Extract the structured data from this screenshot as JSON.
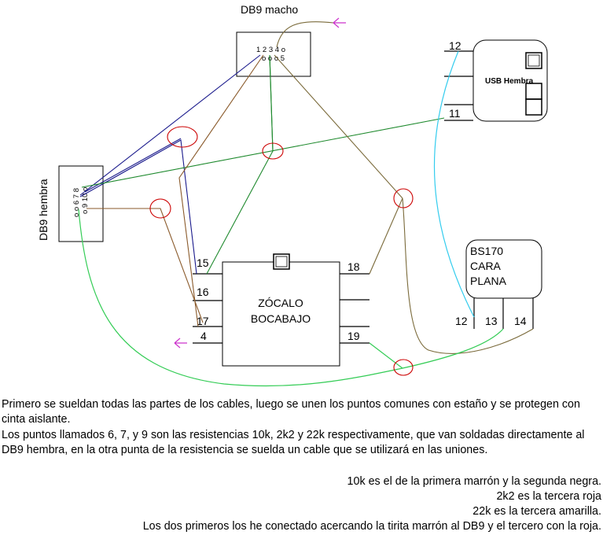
{
  "db9_macho": {
    "title": "DB9 macho",
    "pins_top": "1 2 3 4 o",
    "pins_bottom": "o o o 5"
  },
  "db9_hembra": {
    "title": "DB9 hembra",
    "pins_left": "o o 6 7 8",
    "pins_right": "o 9 10 o"
  },
  "usb": {
    "title": "USB Hembra",
    "pin_top": "12",
    "pin_bottom": "11"
  },
  "bs170": {
    "line1": "BS170",
    "line2": "CARA",
    "line3": "PLANA",
    "pins": [
      "12",
      "13",
      "14"
    ]
  },
  "zocalo": {
    "line1": "ZÓCALO",
    "line2": "BOCABAJO",
    "left_pins": [
      "15",
      "16",
      "17",
      "4"
    ],
    "right_pins": [
      "18",
      "19"
    ]
  },
  "colors": {
    "blue": "#1a1a8c",
    "green": "#1f8a2e",
    "brown": "#8a5a2b",
    "olive": "#7a6a3a",
    "cyan": "#33ccee",
    "red": "#cc0000",
    "magenta": "#cc33cc",
    "bright_green": "#33cc55"
  },
  "text": {
    "paragraph1": "Primero se sueldan todas las partes de los cables, luego se unen los puntos comunes con estaño y se protegen con cinta aislante.",
    "paragraph2": "Los puntos llamados 6, 7, y 9 son las resistencias 10k, 2k2 y 22k respectivamente, que van soldadas directamente al DB9 hembra, en la otra punta de la resistencia se suelda un cable que se utilizará en las uniones.",
    "note1": "10k es el de la primera marrón y la segunda negra.",
    "note2": "2k2 es la tercera roja",
    "note3": "22k es la tercera amarilla.",
    "note4": "Los dos primeros los he conectado acercando la tirita marrón al DB9 y el tercero con la roja."
  }
}
